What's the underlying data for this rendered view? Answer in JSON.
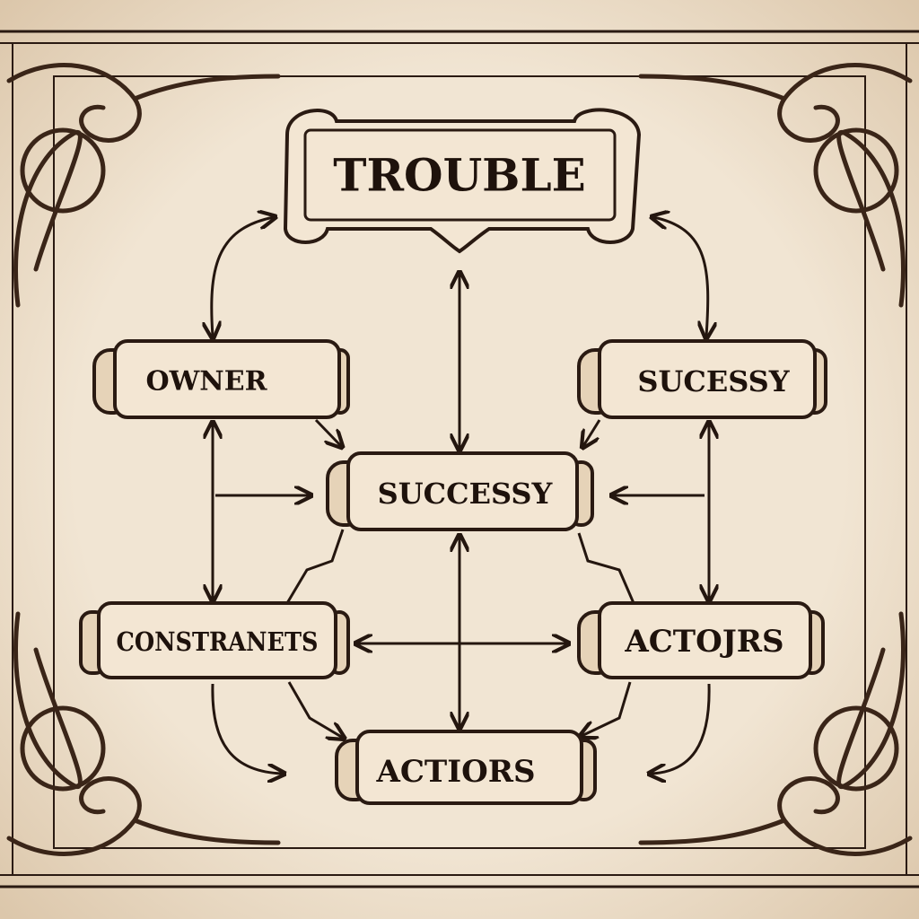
{
  "diagram": {
    "title": "TROUBLE",
    "nodes": {
      "owner": "OWNER",
      "sucessy": "SUCESSY",
      "successy": "SUCCESSY",
      "constranets": "CONSTRANETS",
      "actojrs": "ACTOJRS",
      "actiors": "ACTIORS"
    }
  },
  "colors": {
    "paper": "#efe2cf",
    "ink": "#24160f"
  }
}
